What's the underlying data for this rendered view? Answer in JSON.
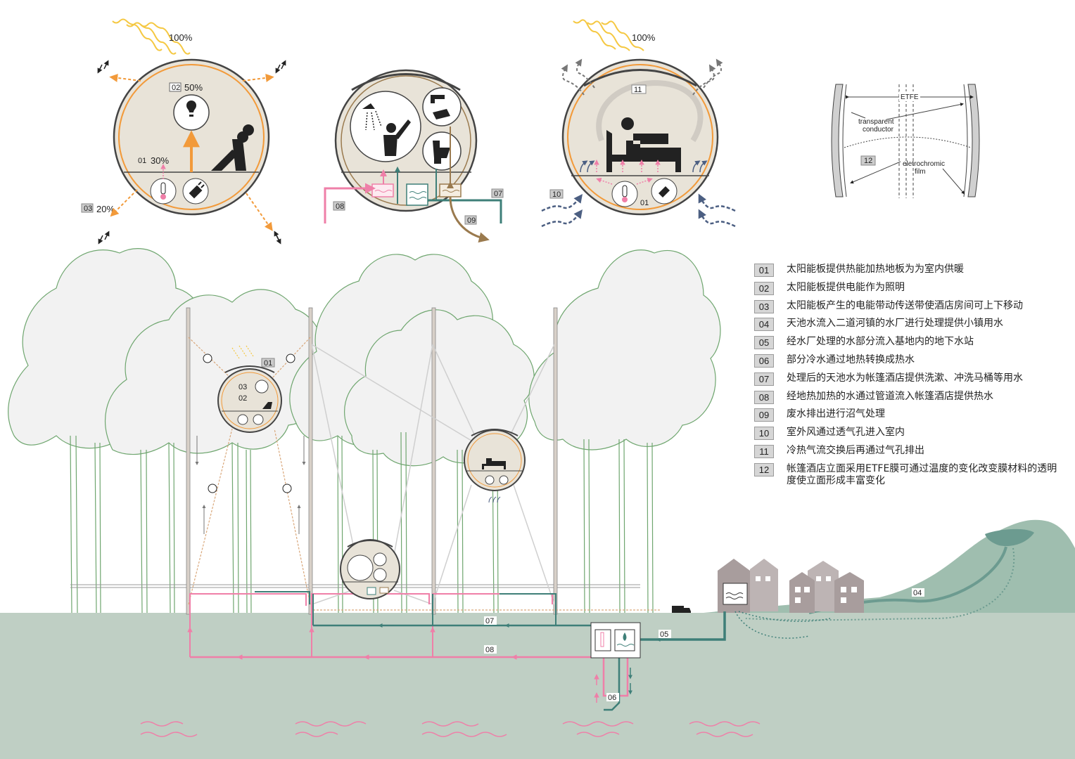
{
  "top_details": {
    "solar_percent": "100%",
    "light_tag": "02",
    "light_percent": "50%",
    "heat_tag": "01",
    "heat_percent": "30%",
    "lift_tag": "03",
    "lift_percent": "20%",
    "water_tags": {
      "hot": "08",
      "clean": "07",
      "waste": "09"
    },
    "air_tags": {
      "exhaust": "11",
      "intake": "10",
      "floor": "01"
    }
  },
  "etfe_detail": {
    "top_label": "ETFE",
    "conductor_label": "transparent conductor",
    "film_label": "eletrochromic film",
    "tag": "12"
  },
  "section": {
    "tent1_tags": [
      "01",
      "03",
      "02"
    ],
    "pipe_tags": {
      "clean": "07",
      "hot": "08",
      "town": "05",
      "ground": "06",
      "river": "04"
    }
  },
  "legend": [
    {
      "num": "01",
      "text": "太阳能板提供热能加热地板为为室内供暖"
    },
    {
      "num": "02",
      "text": "太阳能板提供电能作为照明"
    },
    {
      "num": "03",
      "text": "太阳能板产生的电能带动传送带使酒店房间可上下移动"
    },
    {
      "num": "04",
      "text": "天池水流入二道河镇的水厂进行处理提供小镇用水"
    },
    {
      "num": "05",
      "text": "经水厂处理的水部分流入基地内的地下水站"
    },
    {
      "num": "06",
      "text": "部分冷水通过地热转换成热水"
    },
    {
      "num": "07",
      "text": "处理后的天池水为帐篷酒店提供洗漱、冲洗马桶等用水"
    },
    {
      "num": "08",
      "text": "经地热加热的水通过管道流入帐篷酒店提供热水"
    },
    {
      "num": "09",
      "text": "废水排出进行沼气处理"
    },
    {
      "num": "10",
      "text": "室外风通过透气孔进入室内"
    },
    {
      "num": "11",
      "text": "冷热气流交换后再通过气孔排出"
    },
    {
      "num": "12",
      "text": "帐篷酒店立面采用ETFE膜可通过温度的变化改变膜材料的透明度使立面形成丰富变化"
    }
  ],
  "colors": {
    "orange": "#f29a3a",
    "pink": "#ef7fa8",
    "teal": "#3e7f78",
    "ground": "#bfcfc4",
    "hill": "#9fbeaf",
    "tree": "#6fa66f",
    "brown": "#9a7a4e",
    "navy": "#4c5f82",
    "beige": "#e8e3d8"
  }
}
